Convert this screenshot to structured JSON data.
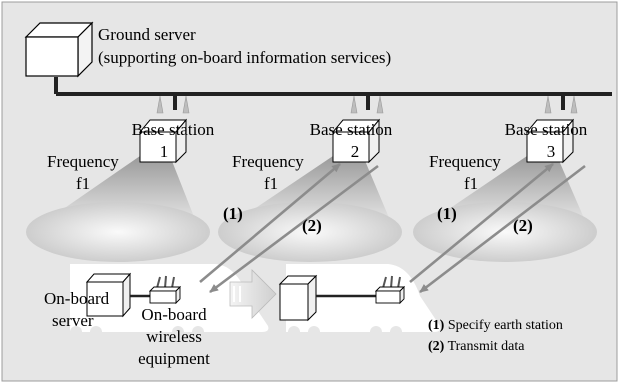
{
  "ground_server": {
    "title": "Ground server",
    "subtitle": "(supporting on-board information services)"
  },
  "base_stations": [
    {
      "label": "Base station",
      "number": "1",
      "freq_label": "Frequency",
      "freq_value": "f1"
    },
    {
      "label": "Base station",
      "number": "2",
      "freq_label": "Frequency",
      "freq_value": "f1"
    },
    {
      "label": "Base station",
      "number": "3",
      "freq_label": "Frequency",
      "freq_value": "f1"
    }
  ],
  "arrow_tags": {
    "step1": "(1)",
    "step2": "(2)"
  },
  "train": {
    "server_line1": "On-board",
    "server_line2": "server",
    "wireless_line1": "On-board",
    "wireless_line2": "wireless",
    "wireless_line3": "equipment"
  },
  "legend": {
    "item1_num": "(1)",
    "item1_text": " Specify earth station",
    "item2_num": "(2)",
    "item2_text": " Transmit data"
  },
  "colors": {
    "background": "#e6e6e6",
    "arrow": "#8c8c8c",
    "cone_top": "#9a9a9a",
    "cone_bottom": "#f2f2f2",
    "line": "#222222"
  }
}
